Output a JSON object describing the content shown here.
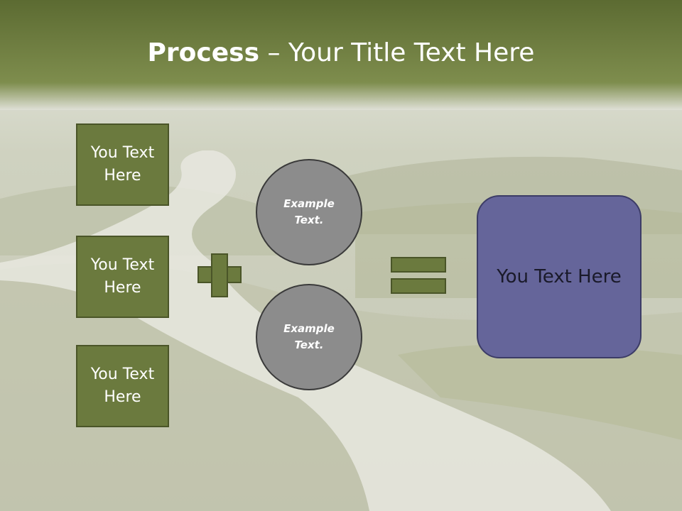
{
  "title": {
    "bold": "Process",
    "rest": " – Your Title Text Here"
  },
  "left_boxes": [
    "You Text\nHere",
    "You Text\nHere",
    "You Text\nHere"
  ],
  "circles": [
    "Example\nText.",
    "Example\nText."
  ],
  "result_box": "You Text Here",
  "colors": {
    "header": "#6f7f3f",
    "box_fill": "#6b7a3e",
    "circle_fill": "#8c8c8c",
    "result_fill": "#65659a"
  }
}
